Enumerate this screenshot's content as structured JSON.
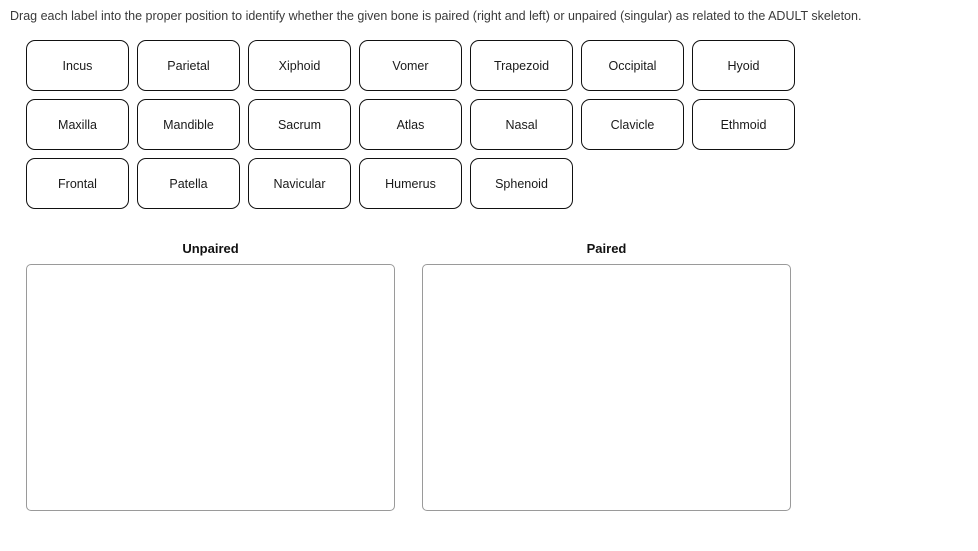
{
  "instruction": "Drag each label into the proper position to identify whether the given bone is paired (right and left) or unpaired (singular) as related to the ADULT skeleton.",
  "label_bank": {
    "rows": [
      {
        "labels": [
          "Incus",
          "Parietal",
          "Xiphoid",
          "Vomer",
          "Trapezoid",
          "Occipital",
          "Hyoid"
        ]
      },
      {
        "labels": [
          "Maxilla",
          "Mandible",
          "Sacrum",
          "Atlas",
          "Nasal",
          "Clavicle",
          "Ethmoid"
        ]
      },
      {
        "labels": [
          "Frontal",
          "Patella",
          "Navicular",
          "Humerus",
          "Sphenoid"
        ]
      }
    ]
  },
  "dropzones": [
    {
      "title": "Unpaired",
      "items": []
    },
    {
      "title": "Paired",
      "items": []
    }
  ],
  "colors": {
    "page_background": "#ffffff",
    "label_border": "#111111",
    "label_text": "#1a1a1a",
    "instruction_text": "#3a3a3a",
    "zone_border": "#9a9a9a",
    "zone_title": "#111111"
  }
}
